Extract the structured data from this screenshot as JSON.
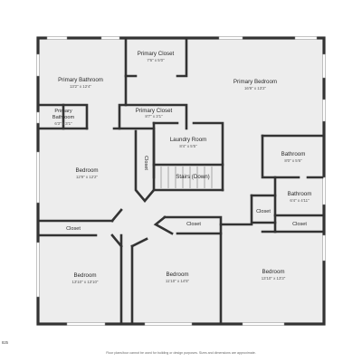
{
  "rooms": {
    "primary_closet_top": {
      "name": "Primary Closet",
      "dim": "7'6\" x 5'0\""
    },
    "primary_bathroom": {
      "name": "Primary Bathroom",
      "dim": "13'2\" x 12'4\""
    },
    "primary_bedroom": {
      "name": "Primary Bedroom",
      "dim": "16'9\" x 13'2\""
    },
    "primary_bathroom_small": {
      "name_line1": "Primary",
      "name_line2": "Bathroom",
      "dim": "6'3\" x 3'1\""
    },
    "primary_closet_mid": {
      "name": "Primary Closet",
      "dim": "8'7\" x 3'1\""
    },
    "laundry_room": {
      "name": "Laundry Room",
      "dim": "8'4\" x 5'5\""
    },
    "bathroom_upper": {
      "name": "Bathroom",
      "dim": "8'0\" x 5'6\""
    },
    "bathroom_lower": {
      "name": "Bathroom",
      "dim": "6'4\" x 4'11\""
    },
    "bedroom_left": {
      "name": "Bedroom",
      "dim": "12'9\" x 12'2\""
    },
    "closet_vertical": {
      "name": "Closet"
    },
    "stairs": {
      "name": "Stairs (Down)"
    },
    "closet_small_center": {
      "name": "Closet"
    },
    "closet_left": {
      "name": "Closet"
    },
    "closet_center": {
      "name": "Closet"
    },
    "closet_right": {
      "name": "Closet"
    },
    "bedroom_bottom_left": {
      "name": "Bedroom",
      "dim": "13'10\" x 13'10\""
    },
    "bedroom_bottom_center": {
      "name": "Bedroom",
      "dim": "11'10\" x 14'5\""
    },
    "bedroom_bottom_right": {
      "name": "Bedroom",
      "dim": "13'10\" x 13'3\""
    }
  },
  "footer": {
    "disclaimer": "Floor plans/tour cannot be used for building or design purposes. Sizes and dimensions are approximate.",
    "side_number": "825"
  },
  "colors": {
    "wall": "#333333",
    "floor": "#ededed",
    "window": "#ffffff"
  }
}
